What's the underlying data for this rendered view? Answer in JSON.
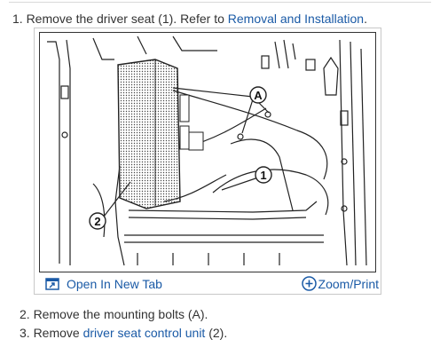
{
  "steps": {
    "step1": {
      "prefix": "1. Remove the driver seat (1). Refer to ",
      "link": "Removal and Installation",
      "suffix": "."
    },
    "step2": {
      "text": "2. Remove the mounting bolts (A)."
    },
    "step3": {
      "prefix": "3. Remove ",
      "link": "driver seat control unit",
      "suffix": " (2)."
    }
  },
  "figure": {
    "callouts": {
      "a": "A",
      "one": "1",
      "two": "2"
    },
    "toolbar": {
      "open_new_tab": "Open In New Tab",
      "zoom_print": "Zoom/Print"
    }
  },
  "colors": {
    "link": "#1a5aa6",
    "text": "#333333"
  }
}
